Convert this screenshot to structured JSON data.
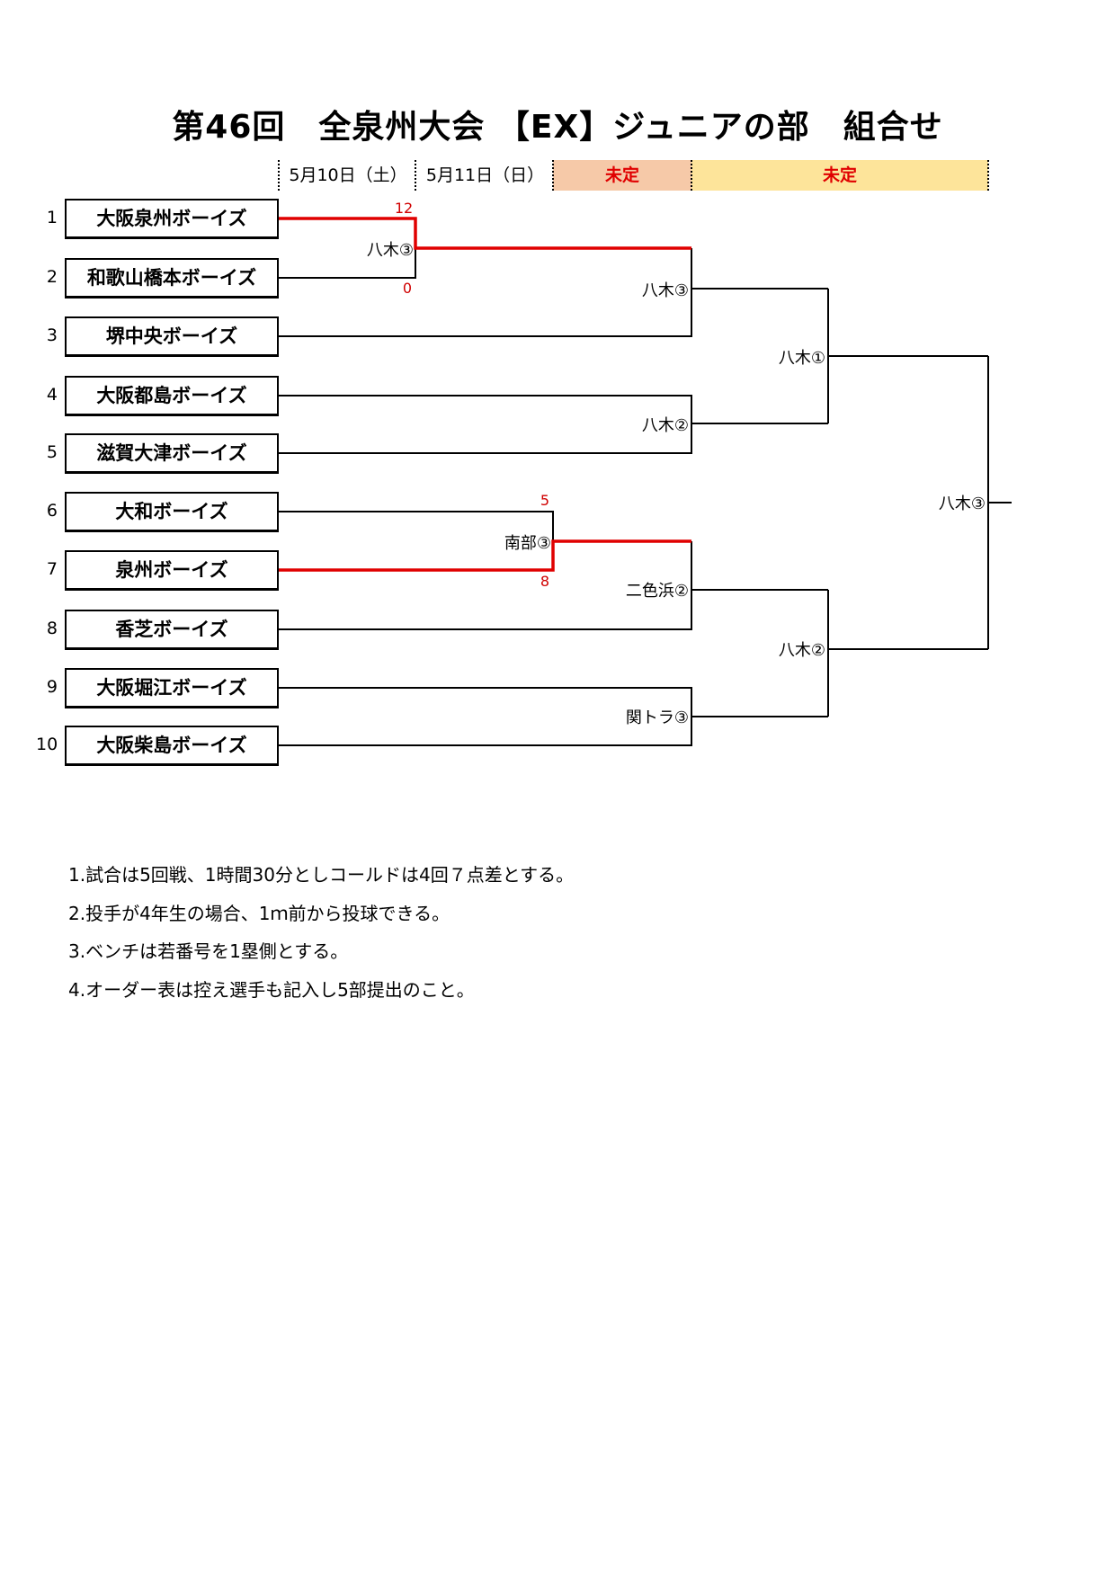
{
  "title": "第46回　全泉州大会 【EX】ジュニアの部　組合せ",
  "schedule": [
    {
      "label": "5月10日（土）"
    },
    {
      "label": "5月11日（日）"
    },
    {
      "label": "未定",
      "bg": "#f6c9a8",
      "color": "#e00000"
    },
    {
      "label": "未定",
      "bg": "#fde49a",
      "color": "#e00000"
    }
  ],
  "teams": [
    {
      "no": "1",
      "name": "大阪泉州ボーイズ"
    },
    {
      "no": "2",
      "name": "和歌山橋本ボーイズ"
    },
    {
      "no": "3",
      "name": "堺中央ボーイズ"
    },
    {
      "no": "4",
      "name": "大阪都島ボーイズ"
    },
    {
      "no": "5",
      "name": "滋賀大津ボーイズ"
    },
    {
      "no": "6",
      "name": "大和ボーイズ"
    },
    {
      "no": "7",
      "name": "泉州ボーイズ"
    },
    {
      "no": "8",
      "name": "香芝ボーイズ"
    },
    {
      "no": "9",
      "name": "大阪堀江ボーイズ"
    },
    {
      "no": "10",
      "name": "大阪柴島ボーイズ"
    }
  ],
  "matches": {
    "r1a": {
      "venue": "八木③",
      "score_top": "12",
      "score_bottom": "0"
    },
    "r1b": {
      "venue": "南部③",
      "score_top": "5",
      "score_bottom": "8"
    },
    "r2a": {
      "venue": "八木③"
    },
    "r2b": {
      "venue": "八木②"
    },
    "r2c": {
      "venue": "二色浜②"
    },
    "r2d": {
      "venue": "関トラ③"
    },
    "sf1": {
      "venue": "八木①"
    },
    "sf2": {
      "venue": "八木②"
    },
    "final": {
      "venue": "八木③"
    }
  },
  "colors": {
    "winner_line": "#e00000",
    "line": "#000000"
  },
  "notes": [
    "1.試合は5回戦、1時間30分としコールドは4回７点差とする。",
    "2.投手が4年生の場合、1ｍ前から投球できる。",
    "3.ベンチは若番号を1塁側とする。",
    "4.オーダー表は控え選手も記入し5部提出のこと。"
  ]
}
